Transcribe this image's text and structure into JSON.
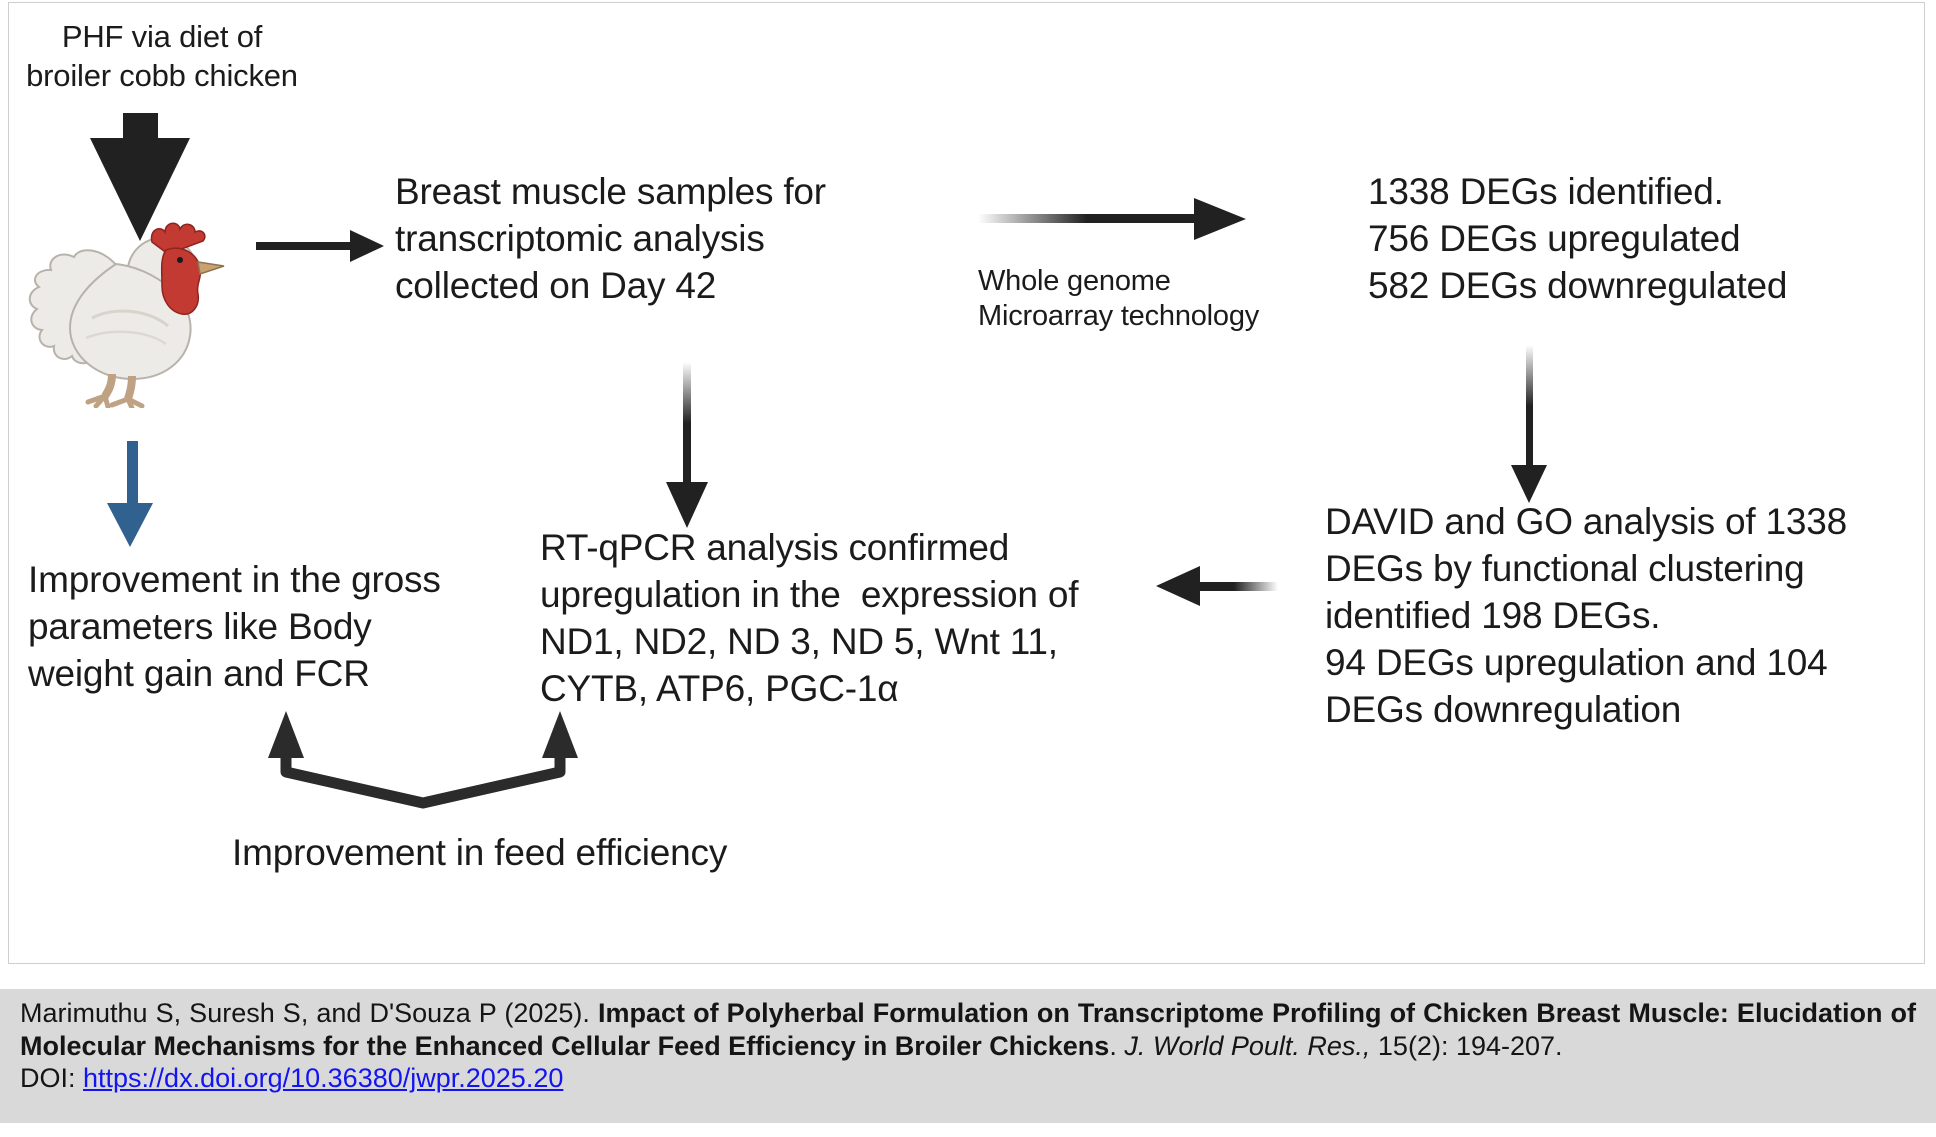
{
  "diagram": {
    "phf_label": "PHF via diet of\nbroiler cobb chicken",
    "breast_node": "Breast muscle samples for\ntranscriptomic analysis\ncollected on Day 42",
    "microarray_label": "Whole genome\nMicroarray technology",
    "degs_node": "1338 DEGs identified.\n756 DEGs upregulated\n582 DEGs downregulated",
    "david_node": "DAVID and GO analysis of 1338\nDEGs by functional clustering\nidentified 198 DEGs.\n94 DEGs upregulation and 104\nDEGs downregulation",
    "rtqpcr_node": "RT-qPCR analysis confirmed\nupregulation in the  expression of\nND1, ND2, ND 3, ND 5, Wnt 11,\nCYTB, ATP6, PGC-1α",
    "gross_node": "Improvement in the gross\nparameters like Body\nweight gain and FCR",
    "feed_label": "Improvement in feed efficiency",
    "icons": {
      "chicken": "chicken-rooster-illustration",
      "black_arrow": "solid-black-arrow",
      "blue_arrow": "blue-down-arrow",
      "v_arrow": "double-headed-v-arrow"
    },
    "colors": {
      "arrow_black": "#212121",
      "arrow_blue": "#30618f",
      "text": "#1b1b1b"
    }
  },
  "citation": {
    "authors": "Marimuthu S, Suresh S, and D'Souza P (2025). ",
    "title": "Impact of Polyherbal Formulation on Transcriptome Profiling of Chicken Breast Muscle: Elucidation of Molecular Mechanisms for the Enhanced Cellular Feed Efficiency in Broiler Chickens",
    "separator": ". ",
    "journal": "J. World Poult. Res.,",
    "volume_pages": " 15(2): 194-207.",
    "doi_label": "DOI: ",
    "doi_url": "https://dx.doi.org/10.36380/jwpr.2025.20",
    "colors": {
      "bar_bg": "#d9d9d9",
      "link": "#1414f0"
    }
  }
}
